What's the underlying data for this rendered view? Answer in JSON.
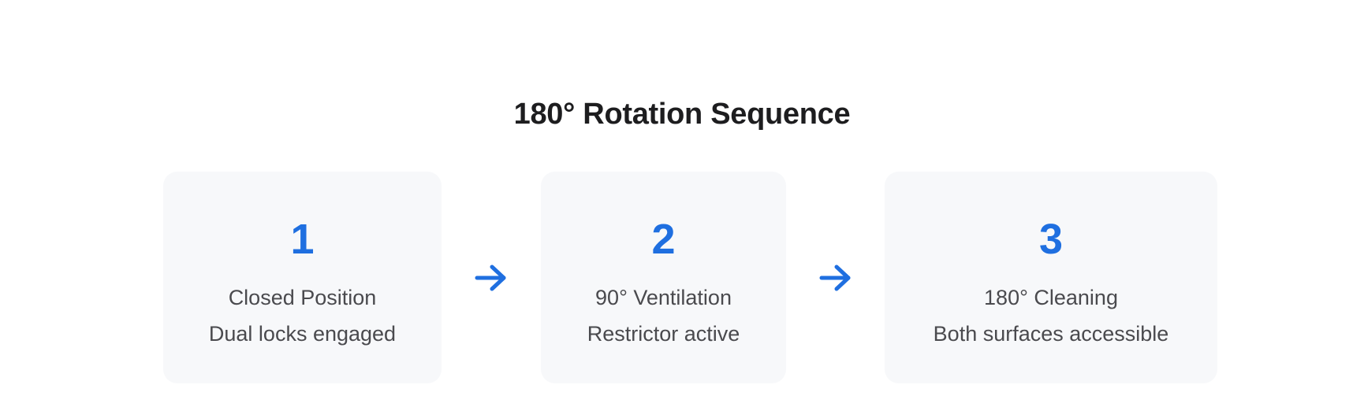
{
  "title": "180° Rotation Sequence",
  "accent_color": "#1f6fe0",
  "steps": [
    {
      "number": "1",
      "line1": "Closed Position",
      "line2": "Dual locks engaged"
    },
    {
      "number": "2",
      "line1": "90° Ventilation",
      "line2": "Restrictor active"
    },
    {
      "number": "3",
      "line1": "180° Cleaning",
      "line2": "Both surfaces accessible"
    }
  ],
  "connectors": [
    {
      "icon": "arrow-right-icon"
    },
    {
      "icon": "arrow-right-icon"
    }
  ]
}
